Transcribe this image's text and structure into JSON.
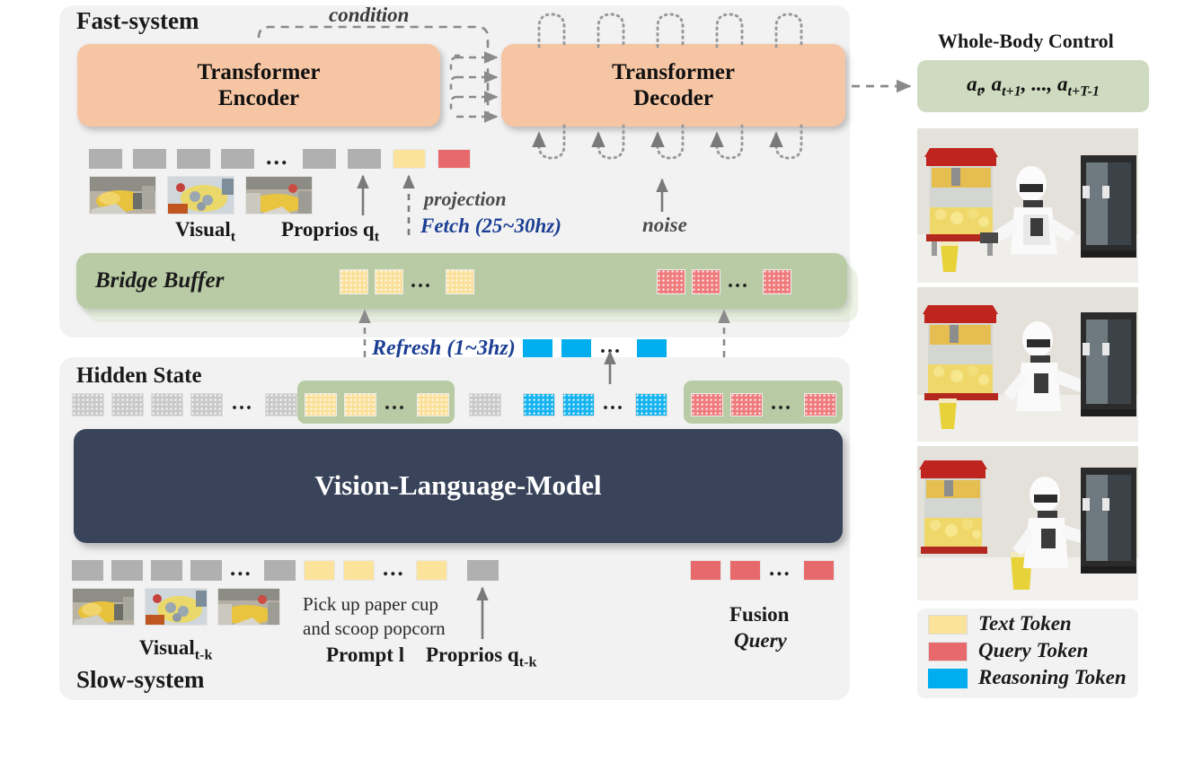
{
  "fast_system": {
    "title": "Fast-system",
    "encoder_label": "Transformer\nEncoder",
    "encoder_line1": "Transformer",
    "encoder_line2": "Encoder",
    "decoder_line1": "Transformer",
    "decoder_line2": "Decoder",
    "condition_label": "condition",
    "projection_label": "projection",
    "fetch_label": "Fetch (25~30hz)",
    "noise_label": "noise",
    "visual_label": "Visual",
    "visual_sub": "t",
    "proprios_label": "Proprios q",
    "proprios_sub": "t",
    "dots": "..."
  },
  "bridge_buffer": {
    "title": "Bridge Buffer",
    "dots": "...",
    "refresh_label": "Refresh (1~3hz)"
  },
  "slow_system": {
    "title": "Slow-system",
    "hidden_state_label": "Hidden State",
    "vlm_label": "Vision-Language-Model",
    "prompt_text_line1": "Pick up paper cup",
    "prompt_text_line2": "and scoop popcorn",
    "visual_label": "Visual",
    "visual_sub": "t-k",
    "prompt_label": "Prompt l",
    "proprios_label": "Proprios q",
    "proprios_sub": "t-k",
    "fusion_label": "Fusion",
    "query_label": "Query",
    "dots": "..."
  },
  "right_panel": {
    "title": "Whole-Body Control",
    "action_sequence": "at , at+1 , ..., at+T-1",
    "action_parts": [
      "a",
      "t",
      ", ",
      "a",
      "t+1",
      ", ..., ",
      "a",
      "t+T-1"
    ],
    "frames": [
      {
        "caption": "robot-scooping-popcorn-frame-1"
      },
      {
        "caption": "robot-scooping-popcorn-frame-2"
      },
      {
        "caption": "robot-reaching-display-frame-3"
      }
    ],
    "legend": [
      {
        "label": "Text Token",
        "color": "#fce39b"
      },
      {
        "label": "Query Token",
        "color": "#e8696b"
      },
      {
        "label": "Reasoning Token",
        "color": "#00aeef"
      }
    ]
  },
  "colors": {
    "panel_bg": "#f2f2f2",
    "module_orange": "#f6c6a4",
    "module_navy": "#39445a",
    "buffer_green": "#b9cba4",
    "buffer_green_light": "#dfe7d4",
    "token_gray": "#b0b0b0",
    "token_yellow": "#fce39b",
    "token_red": "#e8696b",
    "token_blue": "#00aeef",
    "accent_blue_text": "#1c3f94",
    "arrow_gray": "#7a7a7a"
  },
  "chart_data": {
    "type": "diagram",
    "title": "Fast-Slow dual-system VLA architecture with Bridge Buffer",
    "fast_system_token_row": {
      "groups": [
        {
          "kind": "gray",
          "count": 4
        },
        {
          "kind": "ellipsis"
        },
        {
          "kind": "gray",
          "count": 1
        },
        {
          "kind": "gray",
          "count": 1
        },
        {
          "kind": "yellow",
          "count": 1
        },
        {
          "kind": "red",
          "count": 1
        }
      ]
    },
    "bridge_buffer_tokens": {
      "left_group": {
        "kind": "yellow-textured",
        "count": 3,
        "ellipsis_after": 2
      },
      "right_group": {
        "kind": "red-textured",
        "count": 3,
        "ellipsis_after": 2
      }
    },
    "refresh_tokens": {
      "kind": "blue",
      "count": 3,
      "ellipsis_after": 2
    },
    "hidden_state_row": {
      "groups": [
        {
          "kind": "gray-textured",
          "count": 4
        },
        {
          "kind": "ellipsis"
        },
        {
          "kind": "gray-textured",
          "count": 1
        },
        {
          "kind": "yellow-textured-grouped",
          "count": 3,
          "ellipsis_after": 2
        },
        {
          "kind": "gray-textured",
          "count": 1
        },
        {
          "kind": "blue-textured",
          "count": 3,
          "ellipsis_after": 2
        },
        {
          "kind": "red-textured-grouped",
          "count": 3,
          "ellipsis_after": 2
        }
      ]
    },
    "slow_system_token_row": {
      "groups": [
        {
          "kind": "gray",
          "count": 4
        },
        {
          "kind": "ellipsis"
        },
        {
          "kind": "gray",
          "count": 1
        },
        {
          "kind": "yellow",
          "count": 3,
          "ellipsis_after": 2
        },
        {
          "kind": "gray",
          "count": 1
        },
        {
          "kind": "red",
          "count": 3,
          "ellipsis_after": 2
        }
      ]
    },
    "frequencies": {
      "fast_system_hz": "25~30hz",
      "slow_system_hz": "1~3hz"
    }
  }
}
